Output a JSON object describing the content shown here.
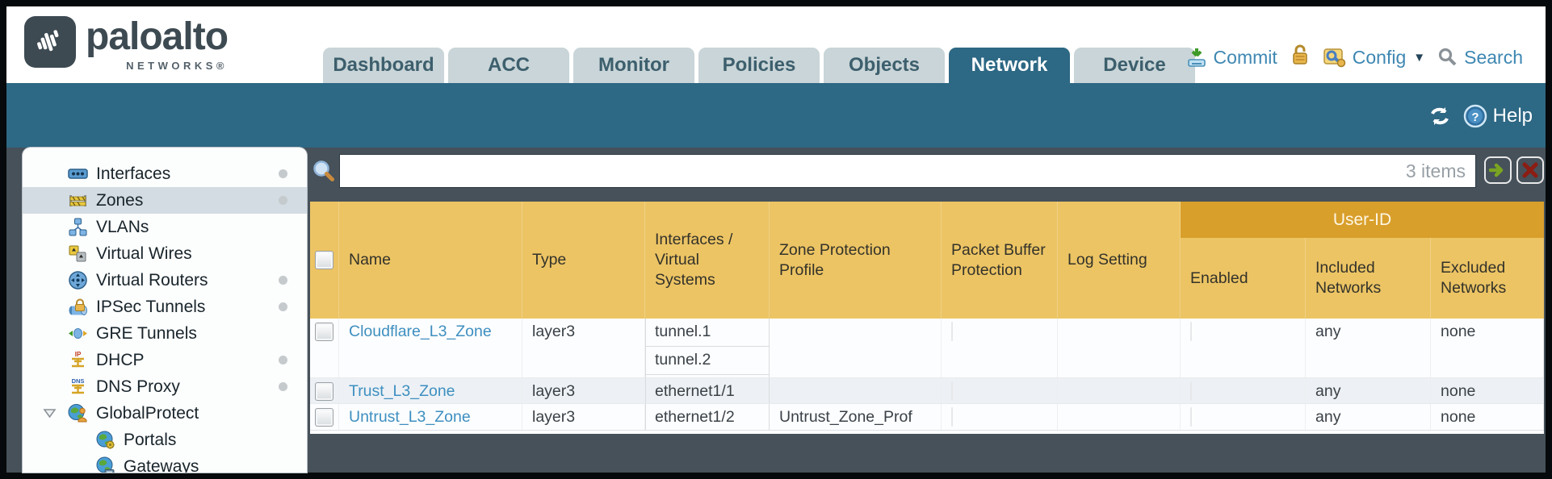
{
  "brand": {
    "name": "paloalto",
    "subname": "NETWORKS®"
  },
  "nav": {
    "tabs": [
      {
        "label": "Dashboard",
        "active": false
      },
      {
        "label": "ACC",
        "active": false
      },
      {
        "label": "Monitor",
        "active": false
      },
      {
        "label": "Policies",
        "active": false
      },
      {
        "label": "Objects",
        "active": false
      },
      {
        "label": "Network",
        "active": true
      },
      {
        "label": "Device",
        "active": false
      }
    ],
    "commit_label": "Commit",
    "config_label": "Config",
    "search_label": "Search"
  },
  "toolbar": {
    "help_label": "Help"
  },
  "sidebar": {
    "items": [
      {
        "label": "Interfaces",
        "icon": "interfaces-icon",
        "has_dot": true,
        "selected": false
      },
      {
        "label": "Zones",
        "icon": "zones-icon",
        "has_dot": true,
        "selected": true
      },
      {
        "label": "VLANs",
        "icon": "vlans-icon",
        "has_dot": false,
        "selected": false
      },
      {
        "label": "Virtual Wires",
        "icon": "virtual-wires-icon",
        "has_dot": false,
        "selected": false
      },
      {
        "label": "Virtual Routers",
        "icon": "virtual-routers-icon",
        "has_dot": true,
        "selected": false
      },
      {
        "label": "IPSec Tunnels",
        "icon": "ipsec-tunnels-icon",
        "has_dot": true,
        "selected": false
      },
      {
        "label": "GRE Tunnels",
        "icon": "gre-tunnels-icon",
        "has_dot": false,
        "selected": false
      },
      {
        "label": "DHCP",
        "icon": "dhcp-icon",
        "has_dot": true,
        "selected": false
      },
      {
        "label": "DNS Proxy",
        "icon": "dns-proxy-icon",
        "has_dot": true,
        "selected": false
      },
      {
        "label": "GlobalProtect",
        "icon": "globalprotect-icon",
        "has_dot": false,
        "selected": false,
        "expanded": true
      },
      {
        "label": "Portals",
        "icon": "portals-icon",
        "has_dot": false,
        "selected": false,
        "child": true
      },
      {
        "label": "Gateways",
        "icon": "gateways-icon",
        "has_dot": false,
        "selected": false,
        "child": true
      }
    ]
  },
  "filterbar": {
    "value": "",
    "count_label": "3 items"
  },
  "table": {
    "group_header": "User-ID",
    "columns": [
      "Name",
      "Type",
      "Interfaces / Virtual Systems",
      "Zone Protection Profile",
      "Packet Buffer Protection",
      "Log Setting",
      "Enabled",
      "Included Networks",
      "Excluded Networks"
    ],
    "rows": [
      {
        "name": "Cloudflare_L3_Zone",
        "type": "layer3",
        "interfaces": [
          "tunnel.1",
          "tunnel.2"
        ],
        "zone_protection_profile": "",
        "packet_buffer_protection": false,
        "log_setting": "",
        "enabled": false,
        "included_networks": "any",
        "excluded_networks": "none"
      },
      {
        "name": "Trust_L3_Zone",
        "type": "layer3",
        "interfaces": [
          "ethernet1/1"
        ],
        "zone_protection_profile": "",
        "packet_buffer_protection": false,
        "log_setting": "",
        "enabled": false,
        "included_networks": "any",
        "excluded_networks": "none"
      },
      {
        "name": "Untrust_L3_Zone",
        "type": "layer3",
        "interfaces": [
          "ethernet1/2"
        ],
        "zone_protection_profile": "Untrust_Zone_Prof",
        "packet_buffer_protection": false,
        "log_setting": "",
        "enabled": false,
        "included_networks": "any",
        "excluded_networks": "none"
      }
    ]
  },
  "colors": {
    "teal": "#2d6884",
    "slate": "#46515a",
    "gold_header": "#ecc464",
    "gold_band": "#d99f2b",
    "link_blue": "#3e8fc0",
    "tab_inactive": "#c9d5d8",
    "selected_item": "#d3dce2"
  }
}
